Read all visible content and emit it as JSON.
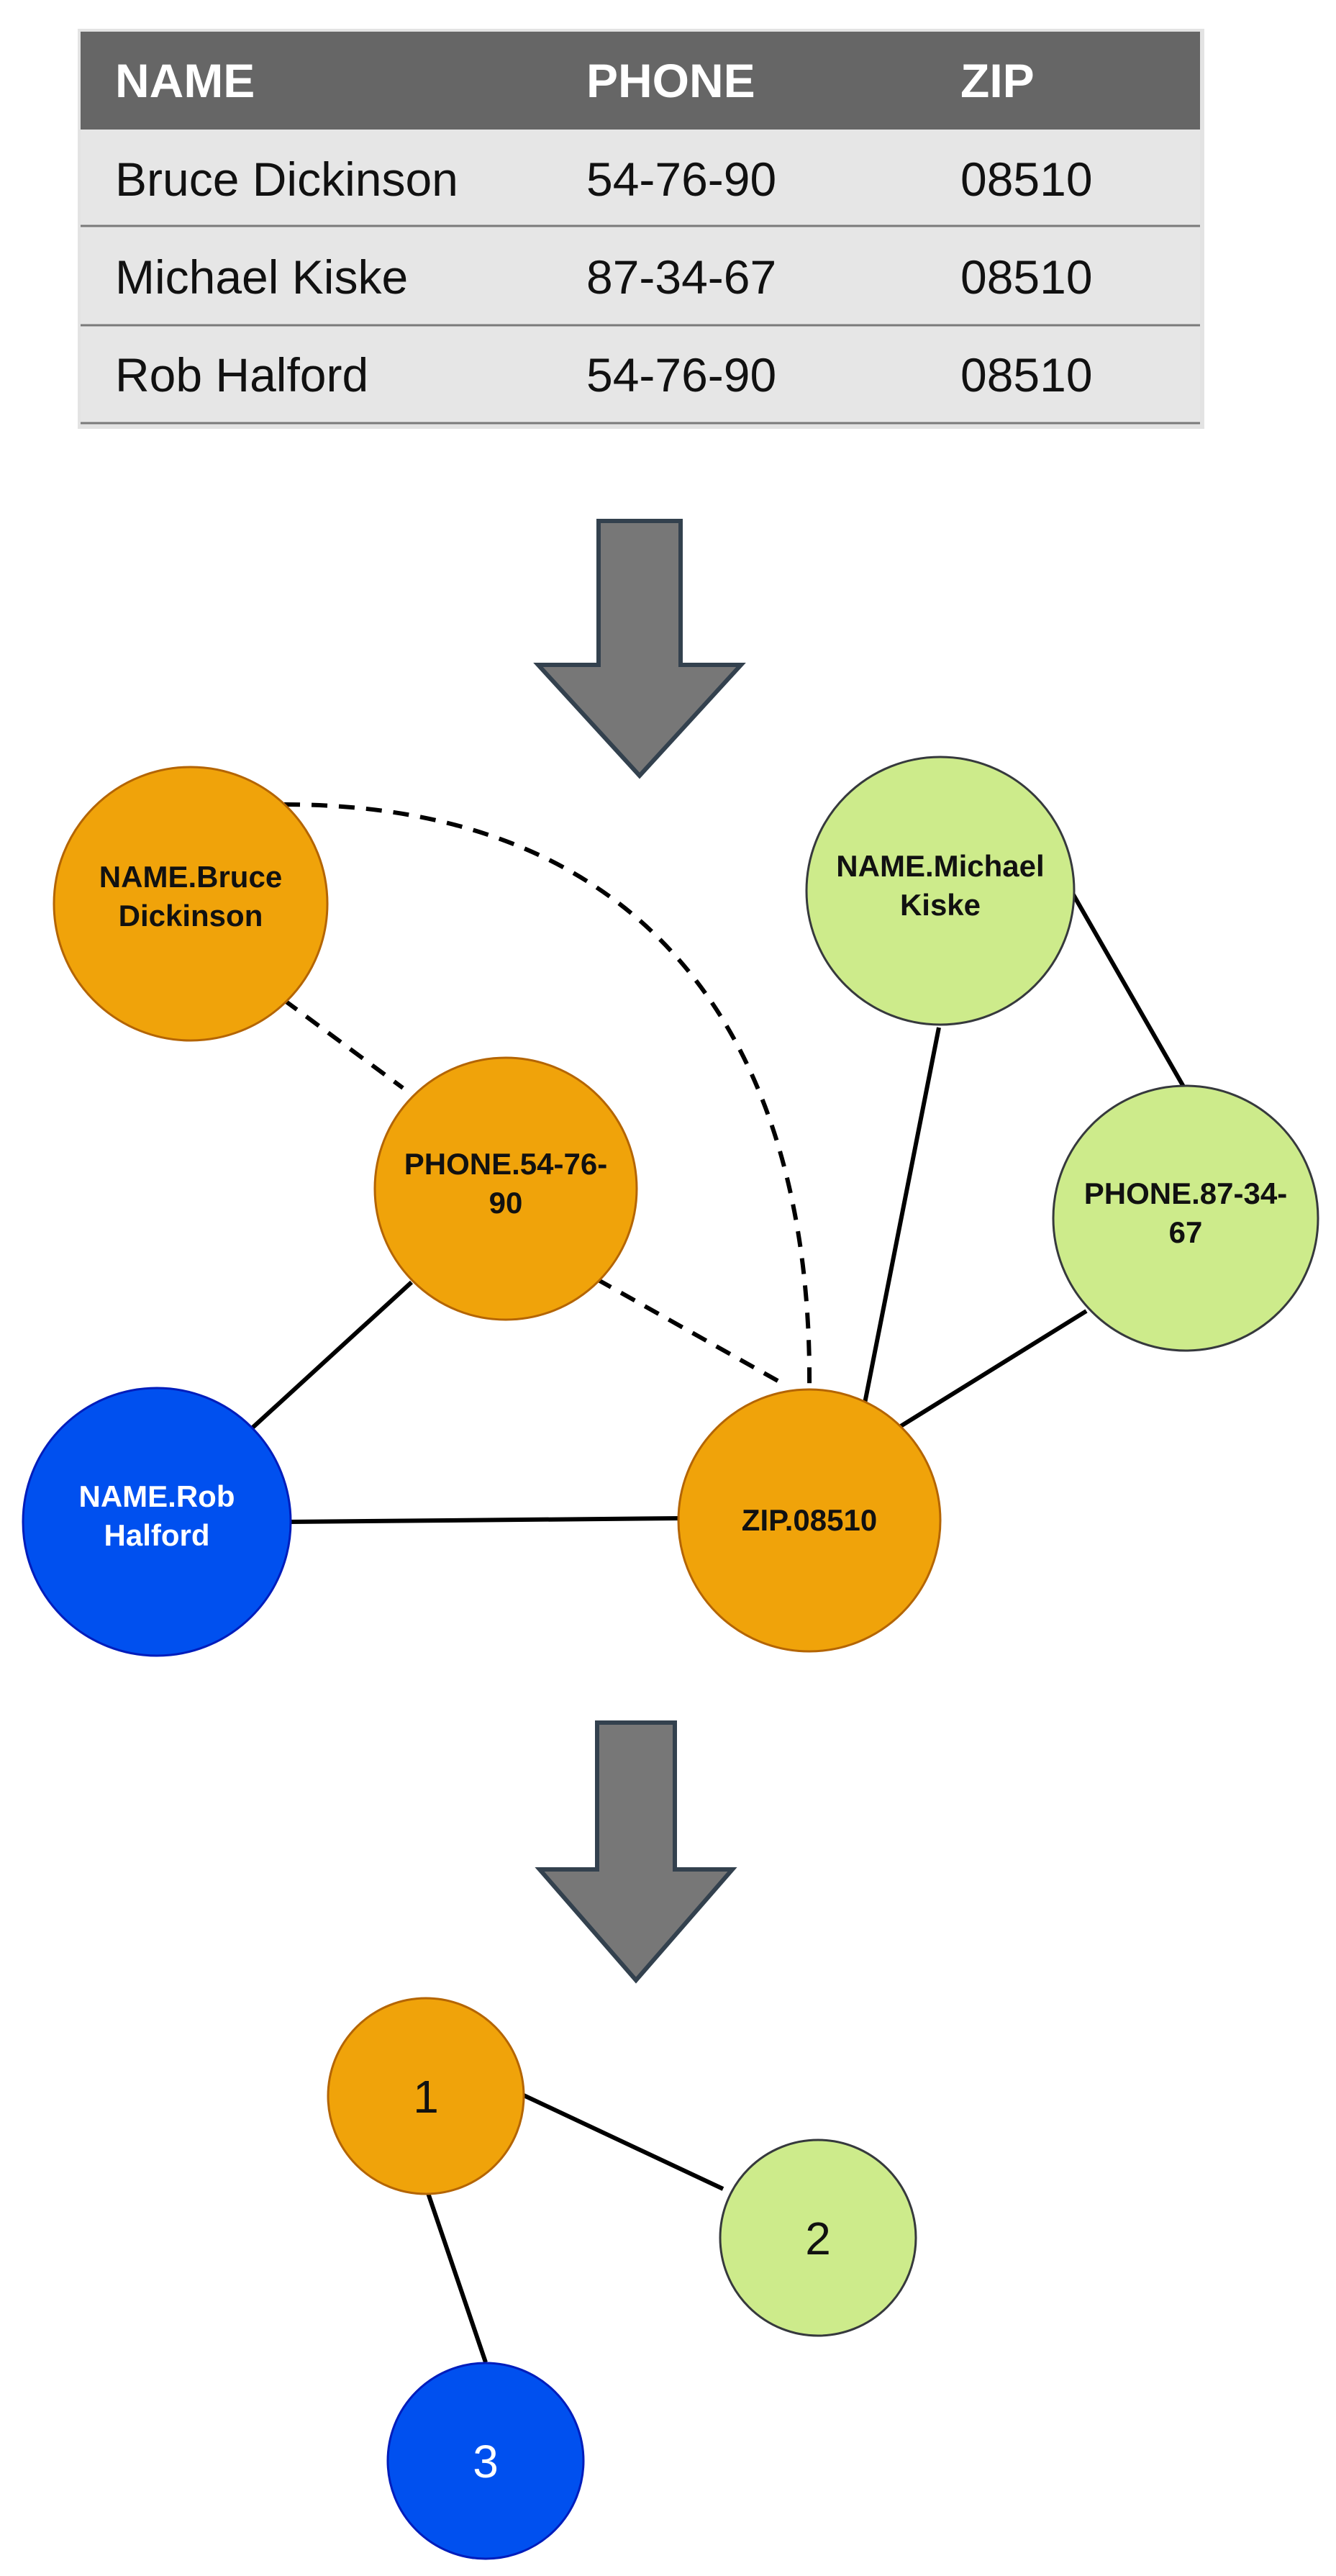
{
  "table": {
    "headers": [
      "NAME",
      "PHONE",
      "ZIP"
    ],
    "rows": [
      [
        "Bruce Dickinson",
        "54-76-90",
        "08510"
      ],
      [
        "Michael Kiske",
        "87-34-67",
        "08510"
      ],
      [
        "Rob Halford",
        "54-76-90",
        "08510"
      ]
    ]
  },
  "graph": {
    "nodes": [
      {
        "id": "bruce",
        "label": [
          "NAME.Bruce",
          "Dickinson"
        ],
        "color": "#f0a30a",
        "text_color": "#111111"
      },
      {
        "id": "phone5476",
        "label": [
          "PHONE.54-76-",
          "90"
        ],
        "color": "#f0a30a",
        "text_color": "#111111"
      },
      {
        "id": "rob",
        "label": [
          "NAME.Rob",
          "Halford"
        ],
        "color": "#0050ef",
        "text_color": "#ffffff"
      },
      {
        "id": "zip",
        "label": [
          "ZIP.08510"
        ],
        "color": "#f0a30a",
        "text_color": "#111111"
      },
      {
        "id": "michael",
        "label": [
          "NAME.Michael",
          "Kiske"
        ],
        "color": "#cdeb8b",
        "text_color": "#111111"
      },
      {
        "id": "phone8734",
        "label": [
          "PHONE.87-34-",
          "67"
        ],
        "color": "#cdeb8b",
        "text_color": "#111111"
      }
    ],
    "edges": [
      {
        "from": "bruce",
        "to": "phone5476",
        "style": "dashed"
      },
      {
        "from": "bruce",
        "to": "zip",
        "style": "dashed"
      },
      {
        "from": "phone5476",
        "to": "zip",
        "style": "dashed"
      },
      {
        "from": "phone5476",
        "to": "rob",
        "style": "solid"
      },
      {
        "from": "rob",
        "to": "zip",
        "style": "solid"
      },
      {
        "from": "michael",
        "to": "zip",
        "style": "solid"
      },
      {
        "from": "michael",
        "to": "phone8734",
        "style": "solid"
      },
      {
        "from": "phone8734",
        "to": "zip",
        "style": "solid"
      }
    ]
  },
  "clusters": {
    "nodes": [
      {
        "id": "c1",
        "label": "1",
        "color": "#f0a30a",
        "text_color": "#111111"
      },
      {
        "id": "c2",
        "label": "2",
        "color": "#cdeb8b",
        "text_color": "#111111"
      },
      {
        "id": "c3",
        "label": "3",
        "color": "#0050ef",
        "text_color": "#ffffff"
      }
    ],
    "edges": [
      {
        "from": "c1",
        "to": "c2"
      },
      {
        "from": "c1",
        "to": "c3"
      }
    ]
  },
  "colors": {
    "header_bg": "#666666",
    "row_bg": "#e6e6e6",
    "arrow_fill": "#777777",
    "arrow_stroke": "#33414e"
  }
}
